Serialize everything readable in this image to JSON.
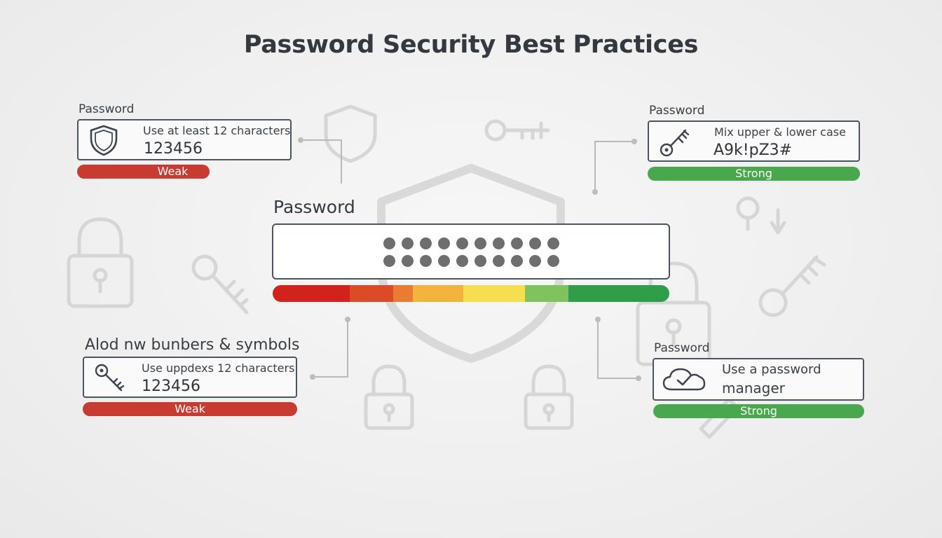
{
  "title": "Password Security Best Practices",
  "main": {
    "label": "Password",
    "masked_char_count": 20,
    "meter_colors": [
      "#d1231c",
      "#dd4a28",
      "#ea7b33",
      "#f4b33c",
      "#f5df50",
      "#7fc35c",
      "#2f9d4a"
    ]
  },
  "cards": {
    "top_left": {
      "label": "Password",
      "hint": "Use at least 12 characters",
      "value": "123456",
      "strength": "Weak",
      "icon": "shield-icon"
    },
    "top_right": {
      "label": "Password",
      "hint": "Mix upper & lower case",
      "value": "A9k!pZ3#",
      "strength": "Strong",
      "icon": "key-icon"
    },
    "bottom_left": {
      "label": "Alod nw bunbers & symbols",
      "hint": "Use uppdexs 12 characters",
      "value": "123456",
      "strength": "Weak",
      "icon": "key-icon"
    },
    "bottom_right": {
      "label": "Password",
      "hint_line1": "Use a password",
      "hint_line2": "manager",
      "strength": "Strong",
      "icon": "cloud-check-icon"
    }
  },
  "colors": {
    "weak": "#c93a30",
    "strong": "#49a84d",
    "border": "#4b5561"
  }
}
